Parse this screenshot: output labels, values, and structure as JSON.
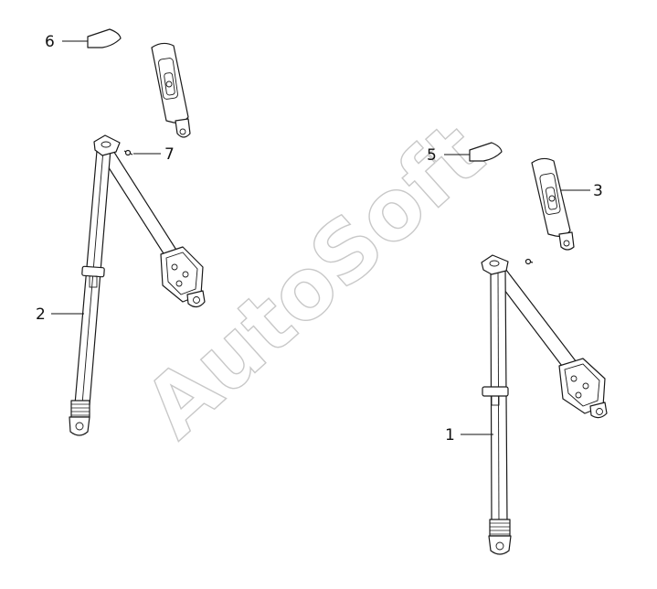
{
  "watermark": "AutoSoft",
  "callouts": [
    {
      "id": "1",
      "label": "1"
    },
    {
      "id": "2",
      "label": "2"
    },
    {
      "id": "3",
      "label": "3"
    },
    {
      "id": "5",
      "label": "5"
    },
    {
      "id": "6",
      "label": "6"
    },
    {
      "id": "7",
      "label": "7"
    }
  ]
}
